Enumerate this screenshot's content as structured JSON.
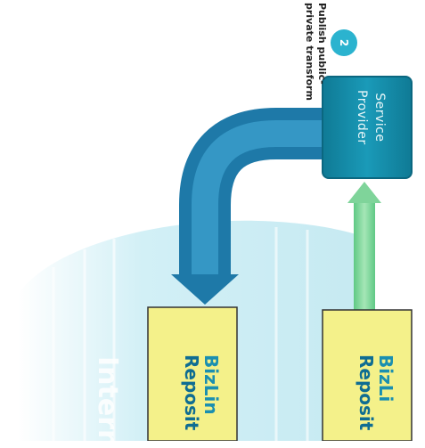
{
  "step": {
    "number": "2",
    "caption_line1": "Publish public-",
    "caption_line2": "private transform"
  },
  "service_provider": {
    "line1": "Service",
    "line2": "Provider"
  },
  "repository_left": {
    "line1": "BizLin",
    "line2": "Reposit"
  },
  "repository_right": {
    "line1": "BizLi",
    "line2": "Reposit"
  },
  "internet_label": "Intern",
  "colors": {
    "service_box": "#138aa6",
    "repository_fill": "#f4f18a",
    "arrow_publish": "#2a86b4",
    "arrow_green": "#7fd49a",
    "badge": "#2bb3cf",
    "cloud": "#bfe7f0"
  }
}
